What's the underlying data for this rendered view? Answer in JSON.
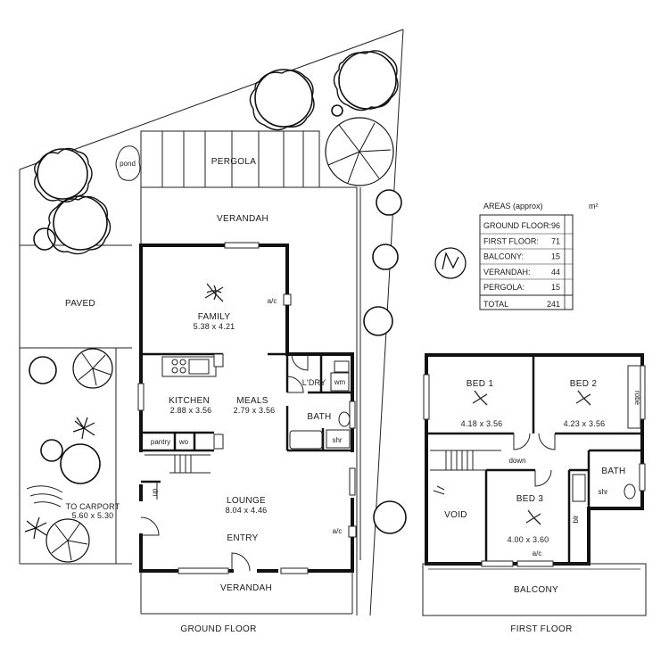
{
  "areas": {
    "title": "AREAS (approx)",
    "unit": "m²",
    "rows": [
      {
        "name": "GROUND FLOOR:",
        "value": "96"
      },
      {
        "name": "FIRST FLOOR:",
        "value": "71"
      },
      {
        "name": "BALCONY:",
        "value": "15"
      },
      {
        "name": "VERANDAH:",
        "value": "44"
      },
      {
        "name": "PERGOLA:",
        "value": "15"
      }
    ],
    "total": {
      "name": "TOTAL",
      "value": "241"
    }
  },
  "ground_floor": {
    "title": "GROUND FLOOR",
    "pergola": "PERGOLA",
    "pond": "pond",
    "verandah_top": "VERANDAH",
    "verandah_bottom": "VERANDAH",
    "paved": "PAVED",
    "family": {
      "name": "FAMILY",
      "size": "5.38 x 4.21"
    },
    "ac_family": "a/c",
    "kitchen": {
      "name": "KITCHEN",
      "size": "2.88 x 3.56"
    },
    "meals": {
      "name": "MEALS",
      "size": "2.79 x 3.56"
    },
    "ldry": "L'DRY",
    "wm": "wm",
    "bath": "BATH",
    "shr": "shr",
    "pantry": "pantry",
    "wo": "wo",
    "up": "up",
    "lounge": {
      "name": "LOUNGE",
      "size": "8.04 x 4.46"
    },
    "entry": "ENTRY",
    "ac_lounge": "a/c",
    "carport": {
      "name": "TO CARPORT",
      "size": "5.60 x 5.30"
    }
  },
  "first_floor": {
    "title": "FIRST FLOOR",
    "bed1": {
      "name": "BED 1",
      "size": "4.18 x 3.56"
    },
    "bed2": {
      "name": "BED 2",
      "size": "4.23 x 3.56"
    },
    "bed3": {
      "name": "BED 3",
      "size": "4.00 x 3.60"
    },
    "bed2_robe": "robe",
    "down": "down",
    "bath": "BATH",
    "shr": "shr",
    "void": "VOID",
    "blr": "blr",
    "ac": "a/c",
    "balcony": "BALCONY"
  }
}
